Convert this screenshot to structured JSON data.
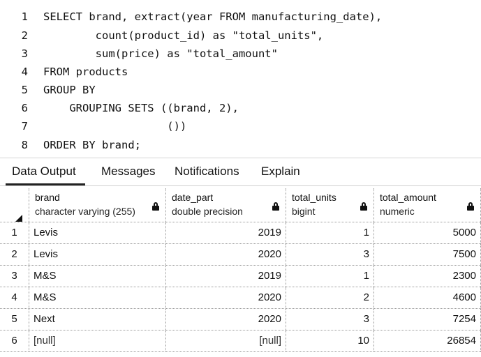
{
  "editor": {
    "lines": [
      {
        "n": "1",
        "code": "SELECT brand, extract(year FROM manufacturing_date),"
      },
      {
        "n": "2",
        "code": "        count(product_id) as \"total_units\","
      },
      {
        "n": "3",
        "code": "        sum(price) as \"total_amount\""
      },
      {
        "n": "4",
        "code": "FROM products"
      },
      {
        "n": "5",
        "code": "GROUP BY"
      },
      {
        "n": "6",
        "code": "    GROUPING SETS ((brand, 2),"
      },
      {
        "n": "7",
        "code": "                   ())"
      },
      {
        "n": "8",
        "code": "ORDER BY brand;"
      }
    ]
  },
  "tabs": [
    {
      "label": "Data Output",
      "active": true
    },
    {
      "label": "Messages",
      "active": false
    },
    {
      "label": "Notifications",
      "active": false
    },
    {
      "label": "Explain",
      "active": false
    }
  ],
  "grid": {
    "columns": [
      {
        "name": "brand",
        "type": "character varying (255)",
        "locked": true,
        "align": "left"
      },
      {
        "name": "date_part",
        "type": "double precision",
        "locked": true,
        "align": "right"
      },
      {
        "name": "total_units",
        "type": "bigint",
        "locked": true,
        "align": "right"
      },
      {
        "name": "total_amount",
        "type": "numeric",
        "locked": true,
        "align": "right"
      }
    ],
    "rows": [
      {
        "n": "1",
        "cells": [
          "Levis",
          "2019",
          "1",
          "5000"
        ]
      },
      {
        "n": "2",
        "cells": [
          "Levis",
          "2020",
          "3",
          "7500"
        ]
      },
      {
        "n": "3",
        "cells": [
          "M&S",
          "2019",
          "1",
          "2300"
        ]
      },
      {
        "n": "4",
        "cells": [
          "M&S",
          "2020",
          "2",
          "4600"
        ]
      },
      {
        "n": "5",
        "cells": [
          "Next",
          "2020",
          "3",
          "7254"
        ]
      },
      {
        "n": "6",
        "cells": [
          "[null]",
          "[null]",
          "10",
          "26854"
        ]
      }
    ]
  }
}
